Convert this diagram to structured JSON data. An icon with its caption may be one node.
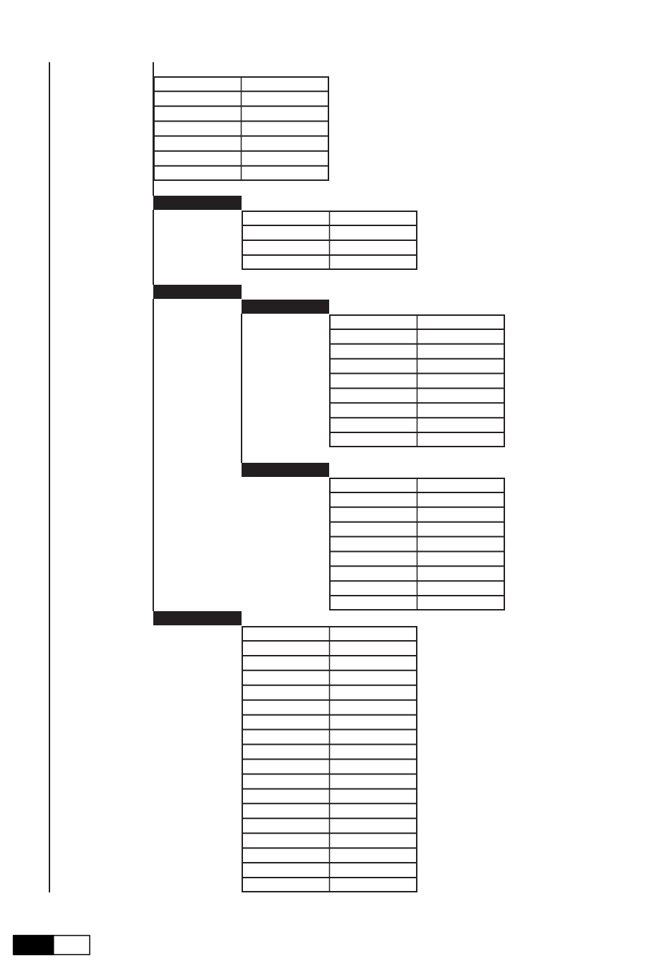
{
  "diagram": {
    "nodes": [
      {
        "text": [],
        "shape": "box"
      },
      {
        "text": [],
        "shape": "bar"
      },
      {
        "text": [],
        "shape": "box"
      },
      {
        "text": [],
        "shape": "bar"
      },
      {
        "text": [],
        "shape": "bar"
      },
      {
        "text": [],
        "shape": "box"
      },
      {
        "text": [],
        "shape": "bar"
      },
      {
        "text": [],
        "shape": "box"
      },
      {
        "text": [],
        "shape": "bar"
      },
      {
        "text": [],
        "shape": "box"
      }
    ],
    "edges": [
      {
        "from": null,
        "to": 1,
        "arrow": "none"
      },
      {
        "from": 1,
        "to": 3,
        "arrow": "none"
      },
      {
        "from": 3,
        "to": 8,
        "arrow": "none"
      },
      {
        "from": 4,
        "to": 6,
        "arrow": "none"
      }
    ]
  }
}
